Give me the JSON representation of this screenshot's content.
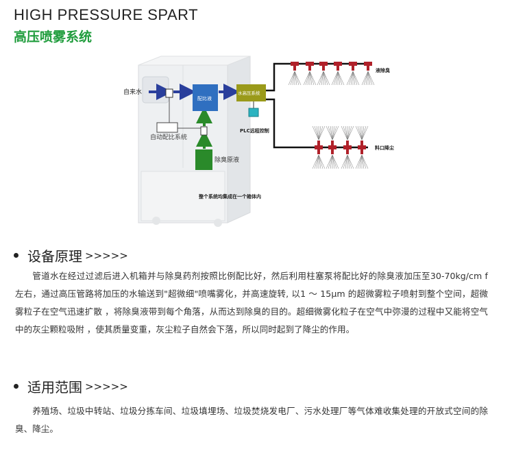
{
  "header": {
    "title": "HIGH PRESSURE SPART",
    "subtitle": "高压喷雾系统"
  },
  "diagram": {
    "tap_water": "自来水",
    "mix_liquid": "配比液",
    "high_pressure": "水高压系统",
    "plc": "PLC远程控制",
    "auto_ratio": "自动配比系统",
    "deodorant": "除臭原液",
    "spray_deodorize": "液除臭",
    "dust_suppress": "料口降尘",
    "integrated": "整个系统均集成在一个箱体内"
  },
  "sections": [
    {
      "title": "设备原理",
      "arrows": ">>>>>",
      "text": "管道水在经过过滤后进入机箱并与除臭药剂按照比例配比好，然后利用柱塞泵将配比好的除臭液加压至30-70kg/cm f 左右，通过高压管路将加压的水输送到\"超微细\"喷嘴雾化，并高速旋转, 以1 ～ 15μm 的超微雾粒子喷射到整个空间，超微雾粒子在空气迅速扩散 ，将除臭液带到每个角落，从而达到除臭的目的。超细微雾化粒子在空气中弥漫的过程中又能将空气中的灰尘颗粒吸附 ，使其质量变重，灰尘粒子自然会下落，所以同时起到了降尘的作用。"
    },
    {
      "title": "适用范围",
      "arrows": ">>>>>",
      "text": "养殖场、垃圾中转站、垃圾分拣车间、垃圾填埋场、垃圾焚烧发电厂、污水处理厂等气体难收集处理的开放式空间的除臭、降尘。"
    }
  ],
  "colors": {
    "accent_green": "#1f9c3c",
    "blue_box": "#2f6fc0",
    "olive_box": "#9a9a1a",
    "nozzle_red": "#b0212a"
  }
}
